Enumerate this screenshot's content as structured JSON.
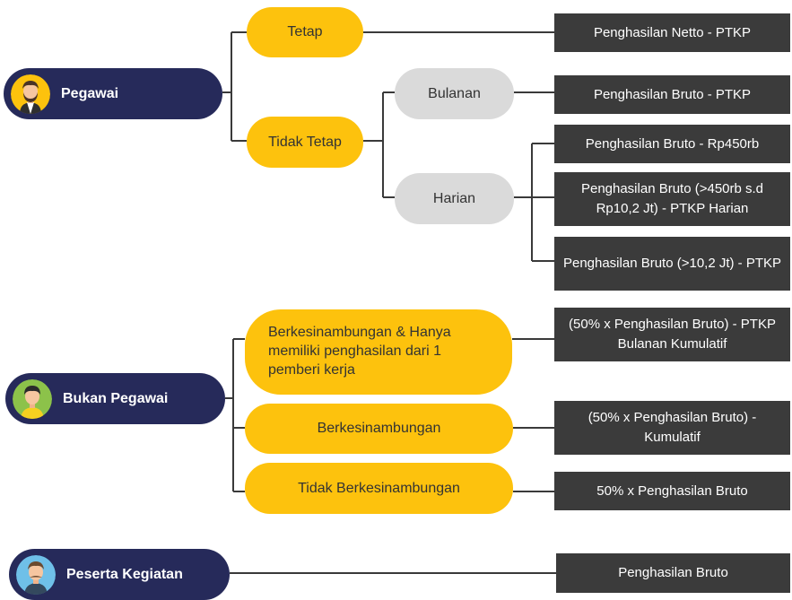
{
  "categories": {
    "pegawai": "Pegawai",
    "bukan_pegawai": "Bukan Pegawai",
    "peserta": "Peserta Kegiatan"
  },
  "pegawai": {
    "tetap": "Tetap",
    "tidak_tetap": "Tidak Tetap",
    "bulanan": "Bulanan",
    "harian": "Harian",
    "out_tetap": "Penghasilan Netto - PTKP",
    "out_bulanan": "Penghasilan Bruto - PTKP",
    "out_harian_1": "Penghasilan Bruto - Rp450rb",
    "out_harian_2": "Penghasilan Bruto (>450rb s.d Rp10,2 Jt) - PTKP Harian",
    "out_harian_3": "Penghasilan Bruto (>10,2 Jt) - PTKP"
  },
  "bukan_pegawai": {
    "b1": "Berkesinambungan & Hanya memiliki penghasilan dari 1 pemberi kerja",
    "b2": "Berkesinambungan",
    "b3": "Tidak Berkesinambungan",
    "out_1": "(50% x Penghasilan Bruto) - PTKP Bulanan Kumulatif",
    "out_2": "(50% x Penghasilan Bruto) - Kumulatif",
    "out_3": "50% x Penghasilan Bruto"
  },
  "peserta": {
    "out": "Penghasilan Bruto"
  },
  "colors": {
    "navy": "#262a5a",
    "yellow": "#fdc20d",
    "grey": "#dadada",
    "dark": "#3b3b3b"
  }
}
